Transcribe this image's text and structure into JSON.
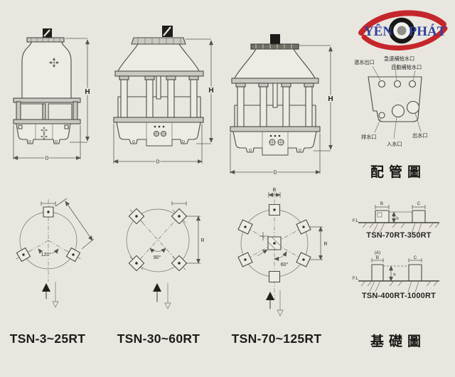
{
  "page": {
    "background": "#e9e6df",
    "ink": "#4c4a46"
  },
  "logo": {
    "text_left": "YÊN",
    "text_right": "PHÁT",
    "red": "#c4262c",
    "blue": "#2e3f9b"
  },
  "towers": [
    {
      "label": "TSN-3~25RT",
      "dim_h": "H",
      "dim_d": "D"
    },
    {
      "label": "TSN-30~60RT",
      "dim_h": "H",
      "dim_d": "D"
    },
    {
      "label": "TSN-70~125RT",
      "dim_h": "H",
      "dim_d": "D"
    }
  ],
  "plans": [
    {
      "angle": "120°"
    },
    {
      "angle": "90°",
      "dim_r": "R"
    },
    {
      "angle": "60°",
      "dim_b": "B",
      "dim_r": "R"
    }
  ],
  "piping": {
    "title": "配管圖",
    "labels": {
      "hot_outlet": "温水出口",
      "quick_makeup": "急速補給水口",
      "auto_makeup": "自動補給水口",
      "drain": "排水口",
      "inlet": "入水口",
      "outlet": "出水口"
    }
  },
  "foundation": {
    "title": "基礎圖",
    "fl": "F.L",
    "details": [
      {
        "label": "TSN-70RT-350RT",
        "dim_b": "B",
        "dim_c": "C",
        "dim_h": "h"
      },
      {
        "label": "TSN-400RT-1000RT",
        "dim_a": "(A)",
        "dim_b": "B",
        "dim_c": "C",
        "dim_h": "h"
      }
    ]
  }
}
